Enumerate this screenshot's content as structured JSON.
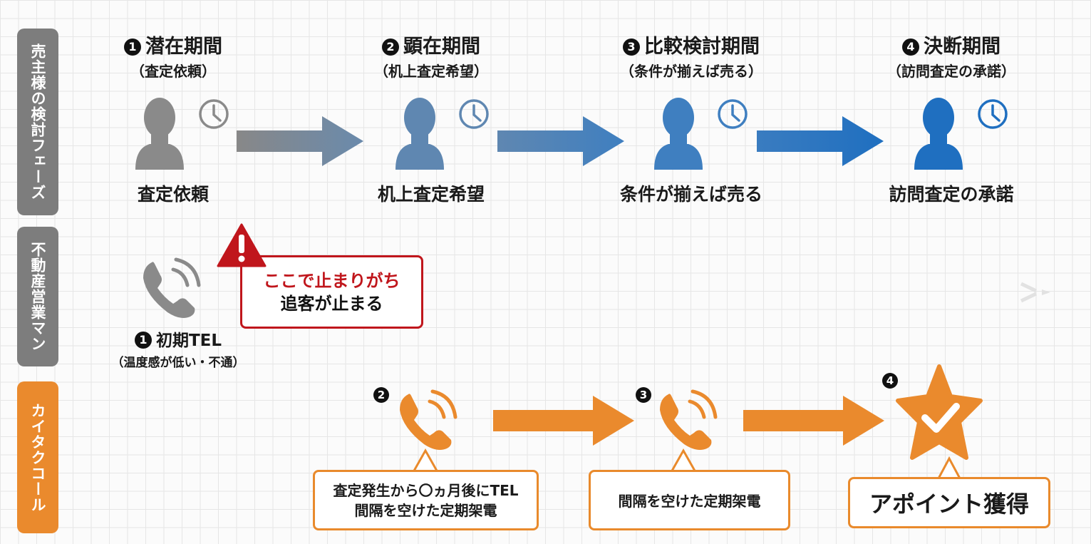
{
  "colors": {
    "gray": "#7d7d7d",
    "blue_light": "#5f87b1",
    "blue_mid": "#3f7fc0",
    "blue_dark": "#1f6fc0",
    "orange": "#ea8a2d",
    "red": "#c0161c"
  },
  "lanes": [
    {
      "label": "売主様の検討フェーズ"
    },
    {
      "label": "不動産営業マン"
    },
    {
      "label": "カイタクコール"
    }
  ],
  "phases": [
    {
      "number": "1",
      "title": "潜在期間",
      "subtitle": "（査定依頼）",
      "caption": "査定依頼",
      "icon": "person-clock-icon"
    },
    {
      "number": "2",
      "title": "顕在期間",
      "subtitle": "（机上査定希望）",
      "caption": "机上査定希望",
      "icon": "person-clock-icon"
    },
    {
      "number": "3",
      "title": "比較検討期間",
      "subtitle": "（条件が揃えば売る）",
      "caption": "条件が揃えば売る",
      "icon": "person-clock-icon"
    },
    {
      "number": "4",
      "title": "決断期間",
      "subtitle": "（訪問査定の承諾）",
      "caption": "訪問査定の承諾",
      "icon": "person-clock-icon"
    }
  ],
  "sales": {
    "number": "1",
    "title": "初期TEL",
    "subtitle": "（温度感が低い・不通）",
    "warning": {
      "line1": "ここで止まりがち",
      "line2": "追客が止まる"
    }
  },
  "kaitaku": {
    "steps": [
      {
        "number": "2",
        "icon": "phone-ringing-icon",
        "lines": [
          "査定発生から〇ヵ月後にTEL",
          "間隔を空けた定期架電"
        ]
      },
      {
        "number": "3",
        "icon": "phone-ringing-icon",
        "lines": [
          "間隔を空けた定期架電"
        ]
      },
      {
        "number": "4",
        "icon": "star-check-icon",
        "lines": [
          "アポイント獲得"
        ]
      }
    ]
  }
}
